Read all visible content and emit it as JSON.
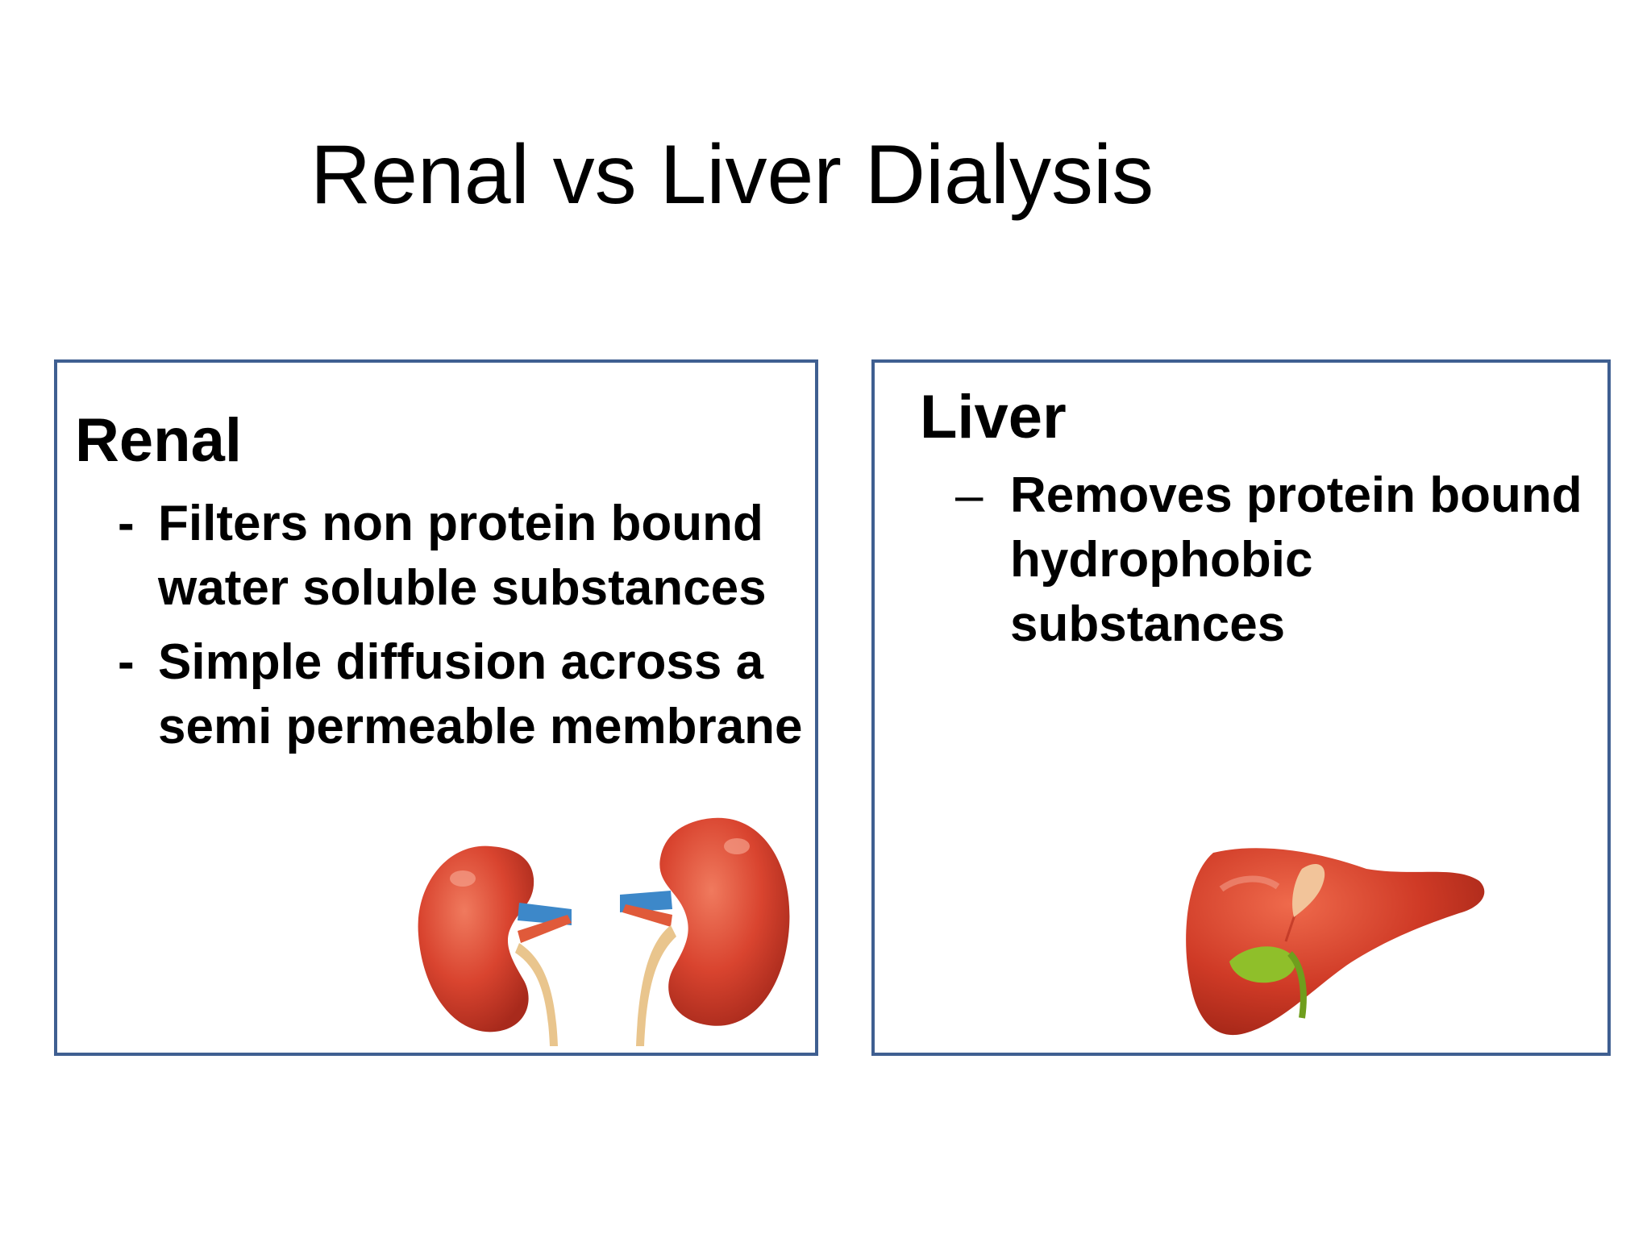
{
  "slide": {
    "title": "Renal vs Liver Dialysis"
  },
  "panels": {
    "renal": {
      "heading": "Renal",
      "bullets": [
        {
          "marker": "-",
          "text": "Filters non protein bound water soluble substances"
        },
        {
          "marker": "-",
          "text": "Simple diffusion across a semi permeable membrane"
        }
      ],
      "illustration_icon": "kidneys-icon"
    },
    "liver": {
      "heading": "Liver",
      "bullets": [
        {
          "marker": "–",
          "text": "Removes protein bound hydrophobic substances"
        }
      ],
      "illustration_icon": "liver-icon"
    }
  },
  "colors": {
    "panel_border": "#3f5f91",
    "organ_red": "#d9442f",
    "vein_blue": "#3d88c9",
    "artery_red": "#e05a3a",
    "ureter_tan": "#e9c58d",
    "gallbladder_green": "#8fbf2a"
  }
}
